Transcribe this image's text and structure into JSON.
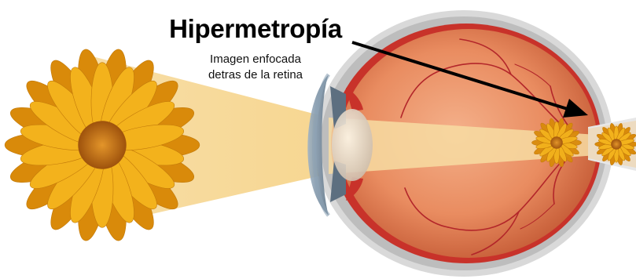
{
  "diagram": {
    "title": "Hipermetropía",
    "subtitle_line1": "Imagen enfocada",
    "subtitle_line2": "detras de la retina"
  },
  "colors": {
    "light_beam": "#f6d89a",
    "petal": "#f3b21c",
    "petal_edge": "#d98a0a",
    "flower_center": "#b8650f",
    "eyeball": "#e5885e",
    "sclera": "#cfcfcf",
    "vessel": "#b3262a",
    "arrow": "#000000"
  },
  "icons": {
    "flower": "daisy-flower-icon",
    "eye": "eyeball-cross-section-icon"
  }
}
